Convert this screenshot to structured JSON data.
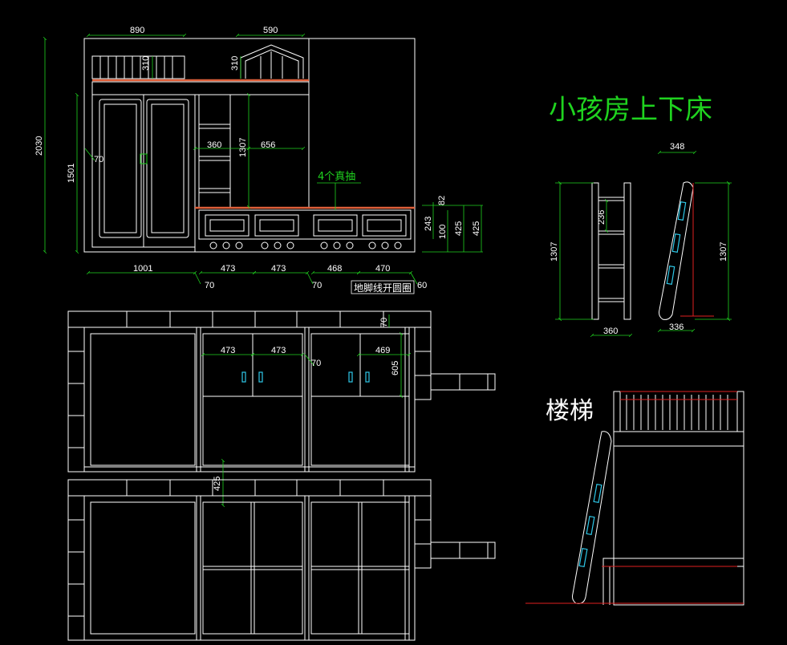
{
  "titles": {
    "main": "小孩房上下床",
    "stairs": "楼梯"
  },
  "notes": {
    "drawers": "4个真抽",
    "skirting": "地脚线开圆圈"
  },
  "colors": {
    "background": "#000000",
    "line": "#ffffff",
    "dimension": "#1fd31f",
    "rail": "#e0603a",
    "accent_red": "#e02020",
    "handle": "#2ec8e8",
    "title": "#1fd31f"
  },
  "dims": {
    "front": {
      "top_890": "890",
      "top_590": "590",
      "h_310a": "310",
      "h_310b": "310",
      "total_height": "2030",
      "h_1501": "1501",
      "w_70": "70",
      "w_360": "360",
      "h_1307": "1307",
      "w_656": "656",
      "h_82": "82",
      "h_243": "243",
      "h_100": "100",
      "h_425a": "425",
      "h_425b": "425",
      "b_1001": "1001",
      "b_473a": "473",
      "b_473b": "473",
      "b_468": "468",
      "b_470": "470",
      "b_70a": "70",
      "b_70b": "70",
      "b_60": "60"
    },
    "plan": {
      "w_473a": "473",
      "w_473b": "473",
      "w_70": "70",
      "w_469": "469",
      "d_70": "70",
      "d_605": "605",
      "d_425": "425"
    },
    "ladder": {
      "w_348": "348",
      "h_1307a": "1307",
      "h_1307b": "1307",
      "step_236": "236",
      "w_360": "360",
      "w_336": "336"
    }
  }
}
